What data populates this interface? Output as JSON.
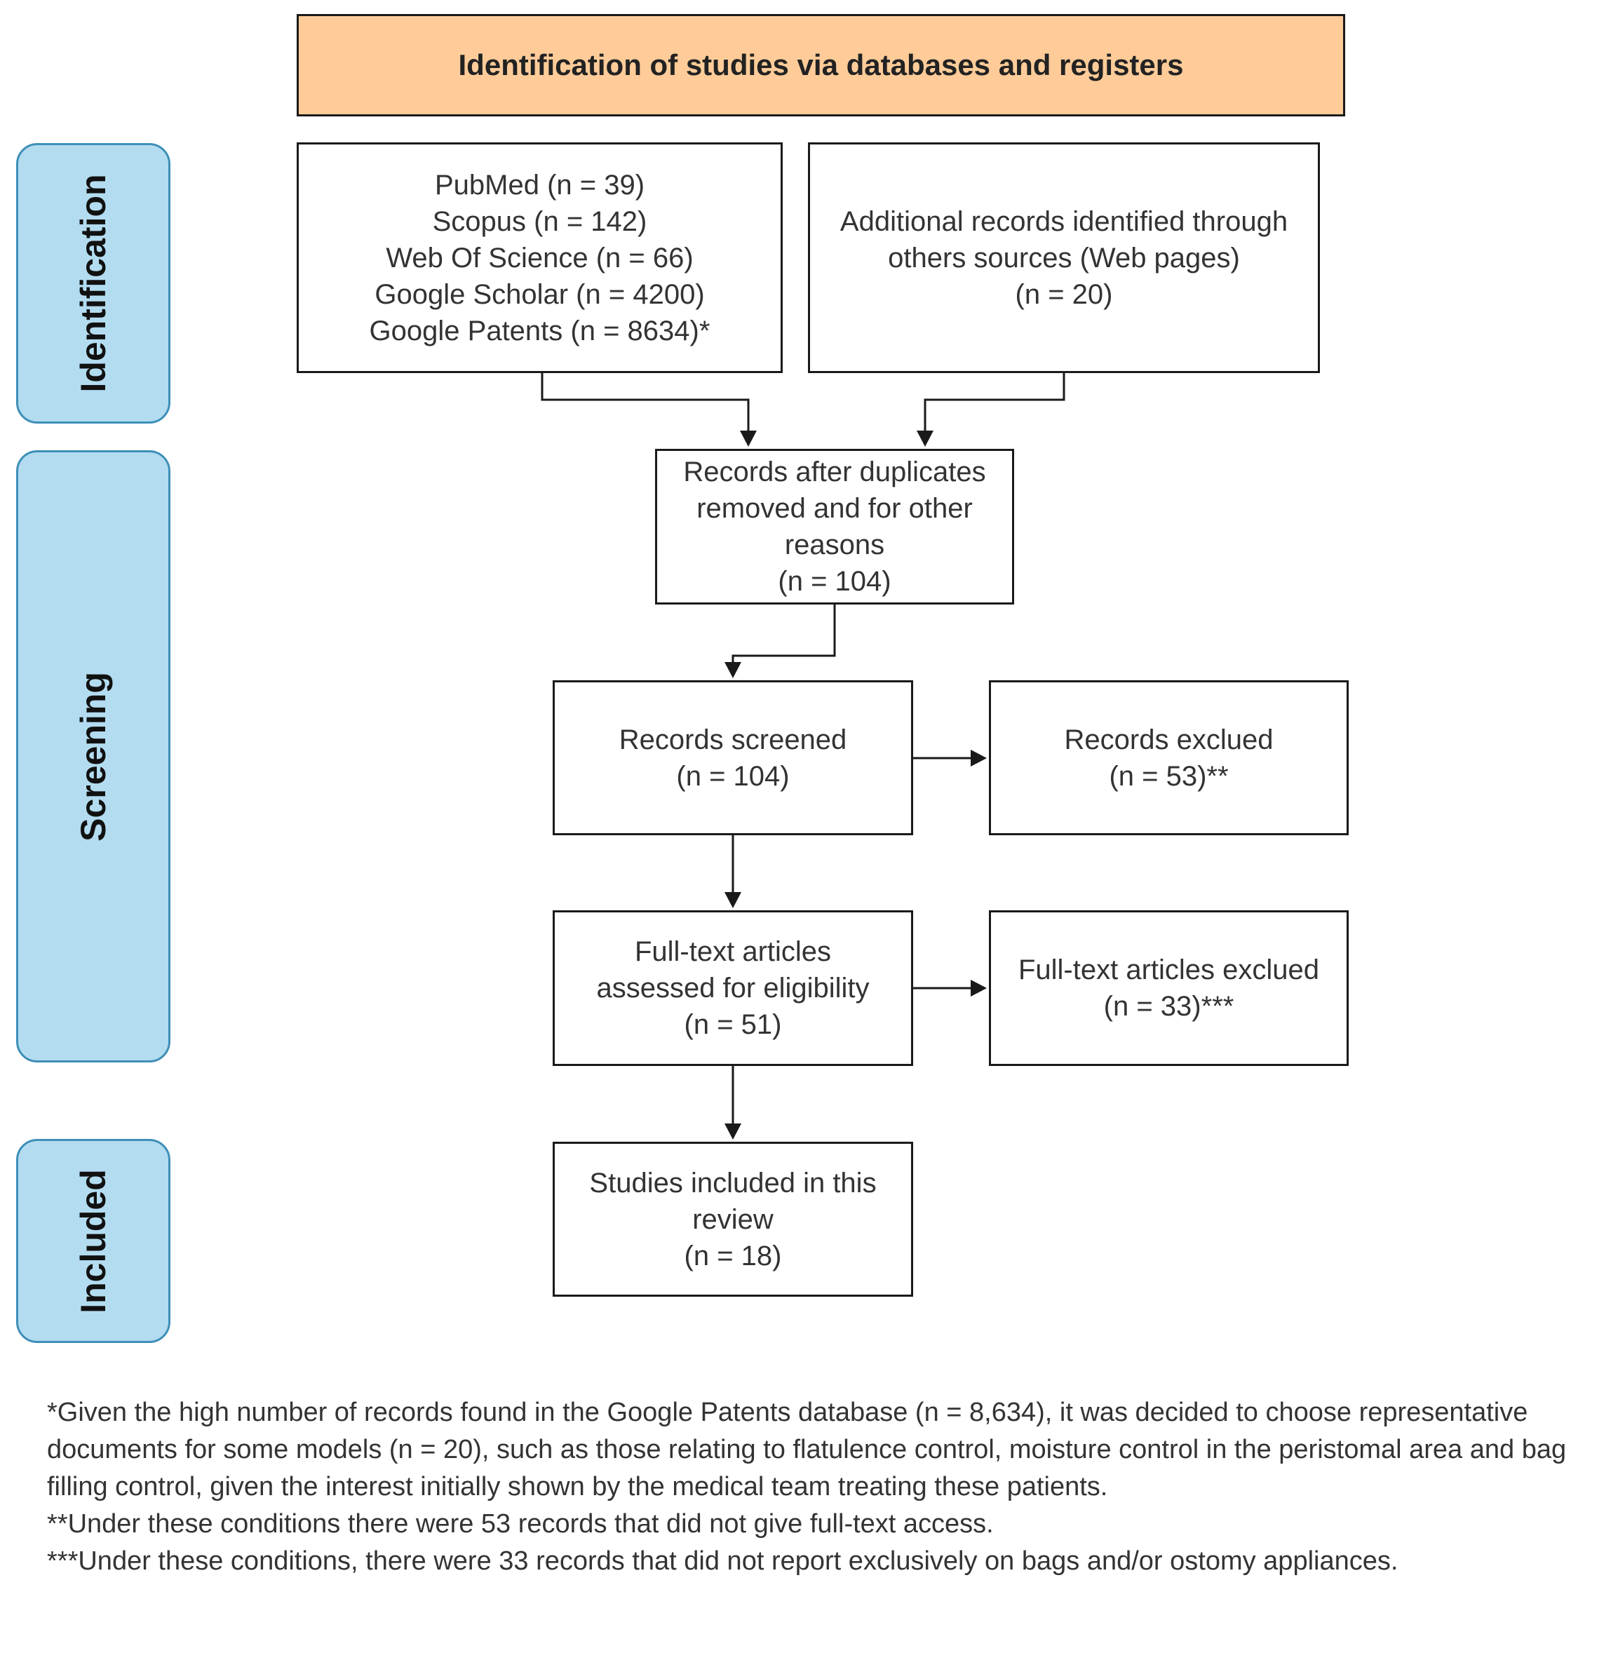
{
  "header": {
    "title": "Identification of studies via databases and registers"
  },
  "stages": {
    "identification": "Identification",
    "screening": "Screening",
    "included": "Included"
  },
  "boxes": {
    "databases": [
      "PubMed (n = 39)",
      "Scopus (n = 142)",
      "Web Of Science (n = 66)",
      "Google Scholar (n = 4200)",
      "Google Patents (n = 8634)*"
    ],
    "additional": [
      "Additional records identified through",
      "others sources (Web pages)",
      "(n = 20)"
    ],
    "deduplicated": [
      "Records after duplicates",
      "removed and for other",
      "reasons",
      "(n = 104)"
    ],
    "screened": [
      "Records screened",
      "(n = 104)"
    ],
    "excluded": [
      "Records exclued",
      "(n = 53)**"
    ],
    "fulltext": [
      "Full-text articles",
      "assessed for eligibility",
      "(n = 51)"
    ],
    "fulltext_excluded": [
      "Full-text articles exclued",
      "(n = 33)***"
    ],
    "included": [
      "Studies included in this",
      "review",
      "(n = 18)"
    ]
  },
  "notes": [
    "*Given the high number of records found in the Google Patents database (n = 8,634), it was decided to choose representative documents for some models (n = 20), such as those relating to flatulence control, moisture control in the peristomal area and bag filling control, given the interest initially shown by the medical team treating these patients.",
    "**Under these conditions there were 53 records that did not give full-text access.",
    "***Under these conditions, there were 33 records that did not report exclusively on bags and/or ostomy appliances."
  ],
  "colors": {
    "header_fill": "#ffcc99",
    "stage_fill": "#b3dcf0",
    "stage_border": "#3e8fb8",
    "line": "#1a1a1a"
  }
}
